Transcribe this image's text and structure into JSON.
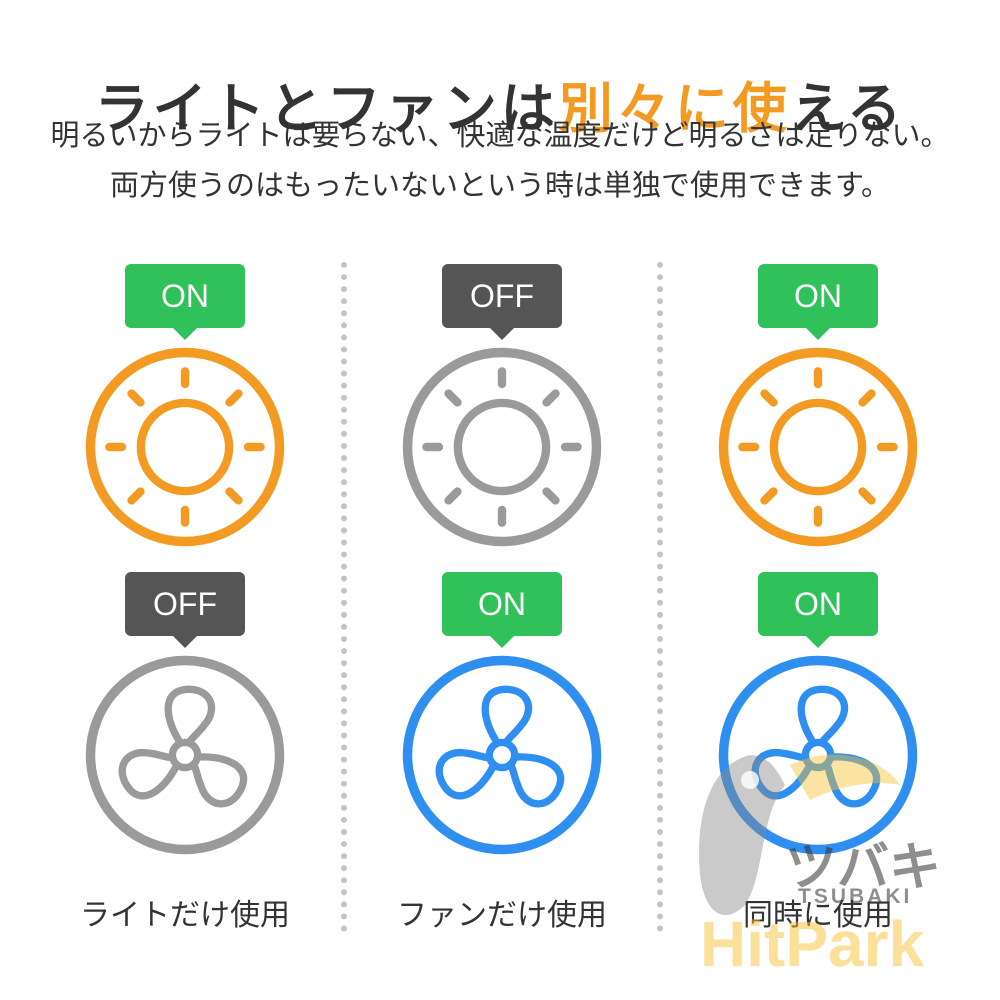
{
  "header": {
    "title_part1": "ライトとファンは",
    "title_accent": "別々に使",
    "title_part2": "える",
    "line1": "明るいからライトは要らない、快適な温度だけど明るさは足りない。",
    "line2": "両方使うのはもったいないという時は単独で使用できます。"
  },
  "colors": {
    "accent": "#f39a22",
    "on": "#30c15a",
    "off": "#555555",
    "light_active": "#f39a22",
    "fan_active": "#2f8ff0",
    "inactive": "#9a9a9a",
    "divider": "#c4c4c4"
  },
  "columns": [
    {
      "light": {
        "state": "ON",
        "icon": "sun-icon"
      },
      "fan": {
        "state": "OFF",
        "icon": "fan-icon"
      },
      "label": "ライトだけ使用"
    },
    {
      "light": {
        "state": "OFF",
        "icon": "sun-icon"
      },
      "fan": {
        "state": "ON",
        "icon": "fan-icon"
      },
      "label": "ファンだけ使用"
    },
    {
      "light": {
        "state": "ON",
        "icon": "sun-icon"
      },
      "fan": {
        "state": "ON",
        "icon": "fan-icon"
      },
      "label": "同時に使用"
    }
  ],
  "watermark": {
    "kana": "ツバキ",
    "roman": "TSUBAKI",
    "brand": "HitPark"
  }
}
